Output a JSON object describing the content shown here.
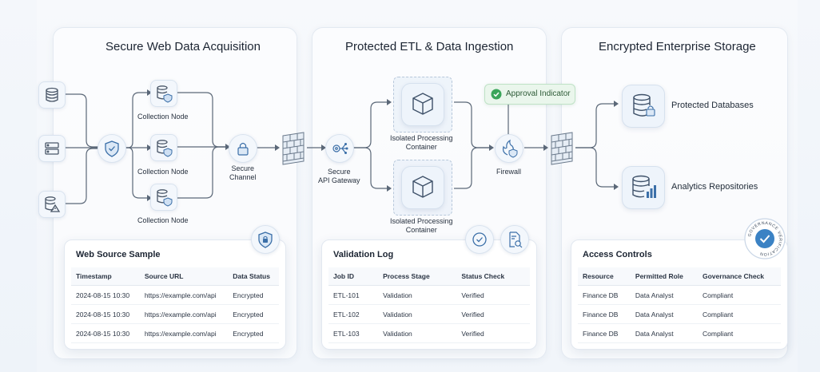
{
  "panels": {
    "acquisition_title": "Secure Web Data Acquisition",
    "etl_title": "Protected ETL & Data Ingestion",
    "storage_title": "Encrypted Enterprise Storage"
  },
  "nodes": {
    "collection_node": "Collection Node",
    "secure_channel_1": "Secure",
    "secure_channel_2": "Channel",
    "api_gateway_1": "Secure",
    "api_gateway_2": "API Gateway",
    "container_1": "Isolated Processing",
    "container_2": "Container",
    "firewall": "Firewall",
    "approval": "Approval Indicator",
    "protected_db": "Protected Databases",
    "analytics_repo": "Analytics Repositories",
    "governance_seal": "GOVERNANCE VERIFICATION"
  },
  "web_source": {
    "title": "Web Source Sample",
    "headers": [
      "Timestamp",
      "Source URL",
      "Data Status"
    ],
    "rows": [
      [
        "2024-08-15 10:30",
        "https://example.com/api",
        "Encrypted"
      ],
      [
        "2024-08-15 10:30",
        "https://example.com/api",
        "Encrypted"
      ],
      [
        "2024-08-15 10:30",
        "https://example.com/api",
        "Encrypted"
      ]
    ]
  },
  "validation_log": {
    "title": "Validation Log",
    "headers": [
      "Job ID",
      "Process Stage",
      "Status Check"
    ],
    "rows": [
      [
        "ETL-101",
        "Validation",
        "Verified"
      ],
      [
        "ETL-102",
        "Validation",
        "Verified"
      ],
      [
        "ETL-103",
        "Validation",
        "Verified"
      ]
    ]
  },
  "access_controls": {
    "title": "Access Controls",
    "headers": [
      "Resource",
      "Permitted Role",
      "Governance Check"
    ],
    "rows": [
      [
        "Finance DB",
        "Data Analyst",
        "Compliant"
      ],
      [
        "Finance DB",
        "Data Analyst",
        "Compliant"
      ],
      [
        "Finance DB",
        "Data Analyst",
        "Compliant"
      ]
    ]
  },
  "colors": {
    "accent": "#3b82c4",
    "success": "#3aa55a",
    "line": "#5b6878"
  },
  "icons": [
    "database-icon",
    "server-icon",
    "database-warning-icon",
    "shield-icon",
    "lock-icon",
    "firewall-icon",
    "gear-network-icon",
    "cube-icon",
    "flame-shield-icon",
    "check-circle-icon",
    "document-search-icon",
    "analytics-db-icon"
  ]
}
